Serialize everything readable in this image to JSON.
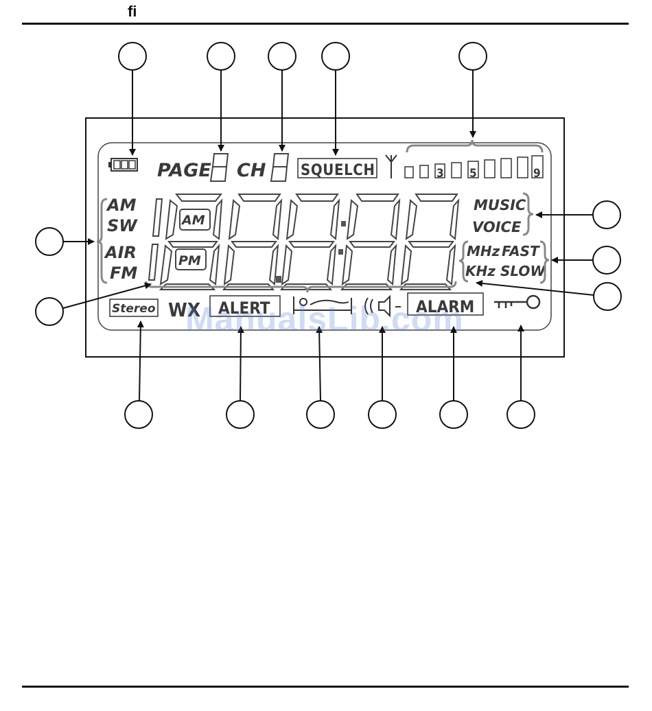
{
  "header": {
    "glyph": "ﬁ"
  },
  "lcd": {
    "page_label": "PAGE",
    "ch_label": "CH",
    "squelch_label": "SQUELCH",
    "signal_numbers": [
      "3",
      "5",
      "9"
    ],
    "bands": [
      "AM",
      "SW",
      "AIR",
      "FM"
    ],
    "ampm": [
      "AM",
      "PM"
    ],
    "modes": [
      "MUSIC",
      "VOICE"
    ],
    "units": [
      "MHz",
      "KHz"
    ],
    "speeds": [
      "FAST",
      "SLOW"
    ],
    "stereo_label": "Stereo",
    "wx_label": "WX",
    "alert_label": "ALERT",
    "alarm_label": "ALARM"
  },
  "watermark": "ManualsLib.com",
  "icons": [
    "battery-icon",
    "antenna-icon",
    "sleep-icon",
    "speaker-icon",
    "key-icon"
  ]
}
